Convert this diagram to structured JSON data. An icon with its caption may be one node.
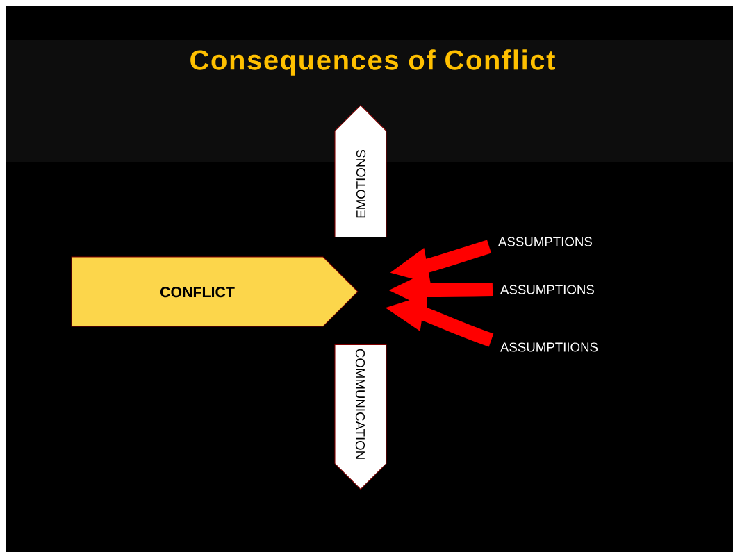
{
  "diagram": {
    "title": "Consequences of Conflict",
    "nodes": [
      {
        "text": [
          "CONFLICT"
        ]
      },
      {
        "text": [
          "EMOTIONS"
        ]
      },
      {
        "text": [
          "COMMUNICATION"
        ]
      },
      {
        "text": [
          "ASSUMPTIONS"
        ]
      },
      {
        "text": [
          "ASSUMPTIONS"
        ]
      },
      {
        "text": [
          "ASSUMPTIIONS"
        ]
      }
    ],
    "edges": [
      {
        "from": 3,
        "to": null,
        "arrow": "to"
      },
      {
        "from": 4,
        "to": null,
        "arrow": "to"
      },
      {
        "from": 5,
        "to": null,
        "arrow": "to"
      }
    ]
  }
}
